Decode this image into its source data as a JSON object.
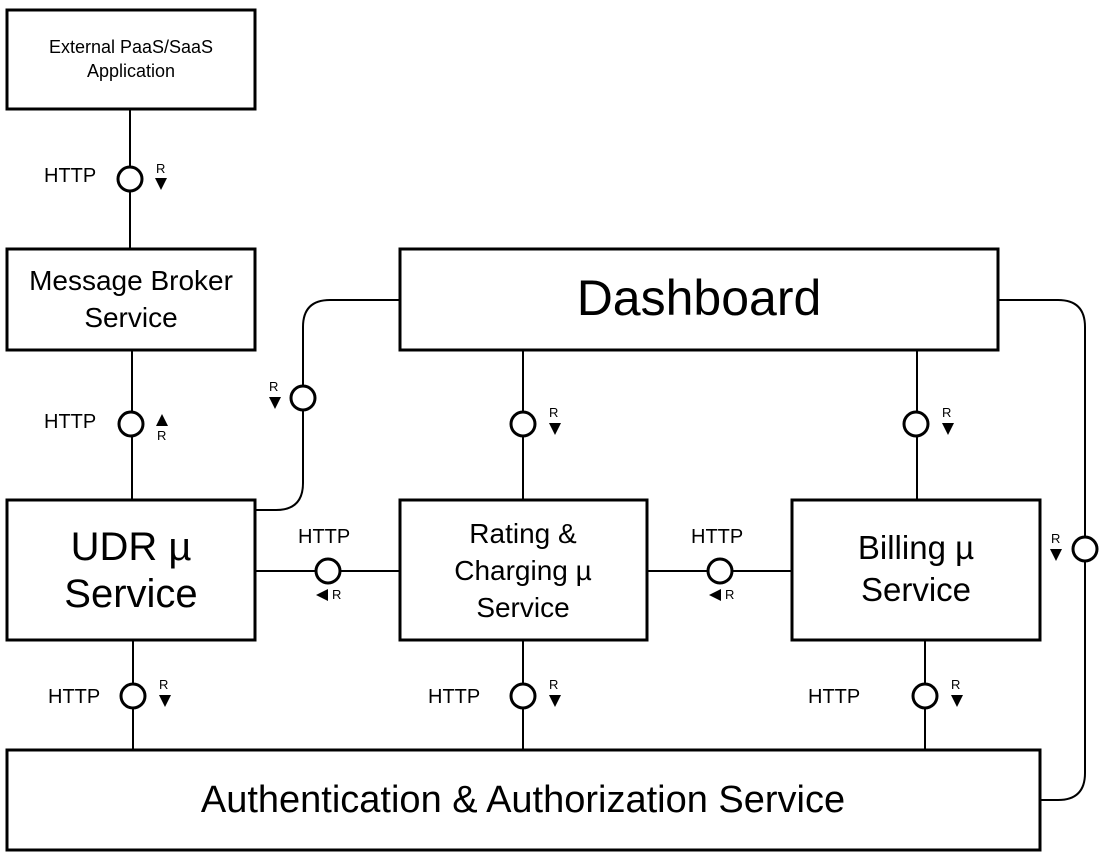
{
  "components": {
    "external_app": {
      "line1": "External PaaS/SaaS",
      "line2": "Application"
    },
    "message_broker": {
      "line1": "Message Broker",
      "line2": "Service"
    },
    "dashboard": {
      "label": "Dashboard"
    },
    "udr": {
      "line1": "UDR µ",
      "line2": "Service"
    },
    "rating": {
      "line1": "Rating &",
      "line2": "Charging µ",
      "line3": "Service"
    },
    "billing": {
      "line1": "Billing µ",
      "line2": "Service"
    },
    "auth": {
      "label": "Authentication & Authorization Service"
    }
  },
  "interfaces": {
    "ext_broker": {
      "protocol": "HTTP",
      "marker": "R"
    },
    "broker_udr": {
      "protocol": "HTTP",
      "marker": "R"
    },
    "dashboard_udr": {
      "marker": "R"
    },
    "dashboard_rating": {
      "marker": "R"
    },
    "dashboard_billing": {
      "marker": "R"
    },
    "dashboard_auth": {
      "marker": "R"
    },
    "udr_rating": {
      "protocol": "HTTP",
      "marker": "R"
    },
    "rating_billing": {
      "protocol": "HTTP",
      "marker": "R"
    },
    "udr_auth": {
      "protocol": "HTTP",
      "marker": "R"
    },
    "rating_auth": {
      "protocol": "HTTP",
      "marker": "R"
    },
    "billing_auth": {
      "protocol": "HTTP",
      "marker": "R"
    }
  }
}
